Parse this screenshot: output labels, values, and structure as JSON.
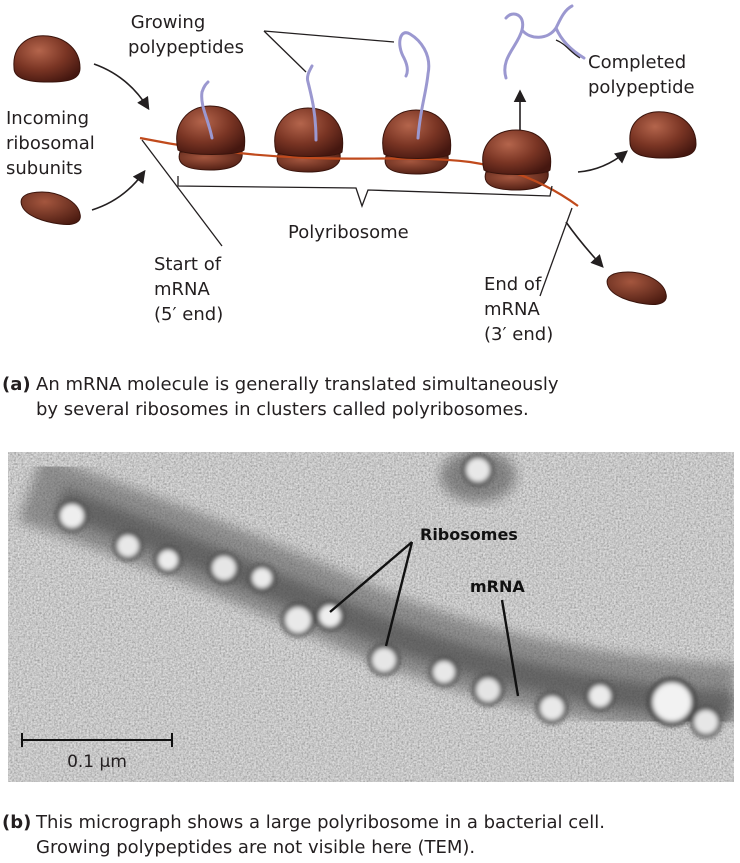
{
  "panel_a": {
    "labels": {
      "growing_1": "Growing",
      "growing_2": "polypeptides",
      "completed_1": "Completed",
      "completed_2": "polypeptide",
      "incoming_1": "Incoming",
      "incoming_2": "ribosomal",
      "incoming_3": "subunits",
      "polyribosome": "Polyribosome",
      "start_1": "Start of",
      "start_2": "mRNA",
      "start_3": "(5′ end)",
      "end_1": "End of",
      "end_2": "mRNA",
      "end_3": "(3′ end)"
    },
    "caption": {
      "tag": "(a)",
      "line1": "An mRNA molecule is generally translated simultaneously",
      "line2": "by several ribosomes in clusters called polyribosomes."
    }
  },
  "panel_b": {
    "labels": {
      "ribosomes": "Ribosomes",
      "mrna": "mRNA",
      "scale": "0.1 μm"
    },
    "caption": {
      "tag": "(b)",
      "line1": "This micrograph shows a large polyribosome in a bacterial cell.",
      "line2": "Growing polypeptides are not visible here (TEM)."
    }
  },
  "colors": {
    "ribosome": "#7a3524",
    "ribosome_dark": "#4a1a10",
    "mrna": "#c04a1c",
    "polypeptide": "#9b98d0"
  }
}
